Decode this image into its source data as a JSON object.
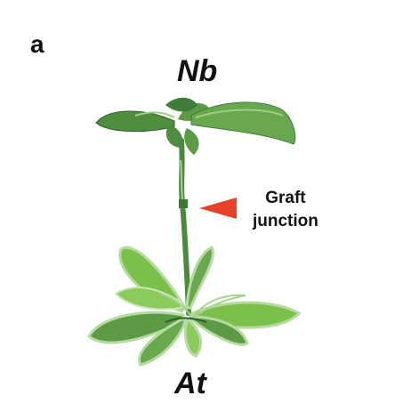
{
  "panel": {
    "label": "a"
  },
  "scion": {
    "label": "Nb"
  },
  "rootstock": {
    "label": "At"
  },
  "annotation": {
    "line1": "Graft",
    "line2": "junction"
  },
  "colors": {
    "arrow": "#e8432a",
    "leaf_dark": "#3f7d3a",
    "leaf_mid": "#6aa84f",
    "leaf_light": "#b6dba1",
    "stem": "#4a8a3c",
    "rosette": "#7cc04c"
  },
  "icons": {
    "arrow": "left-pointing-triangle-arrow"
  }
}
